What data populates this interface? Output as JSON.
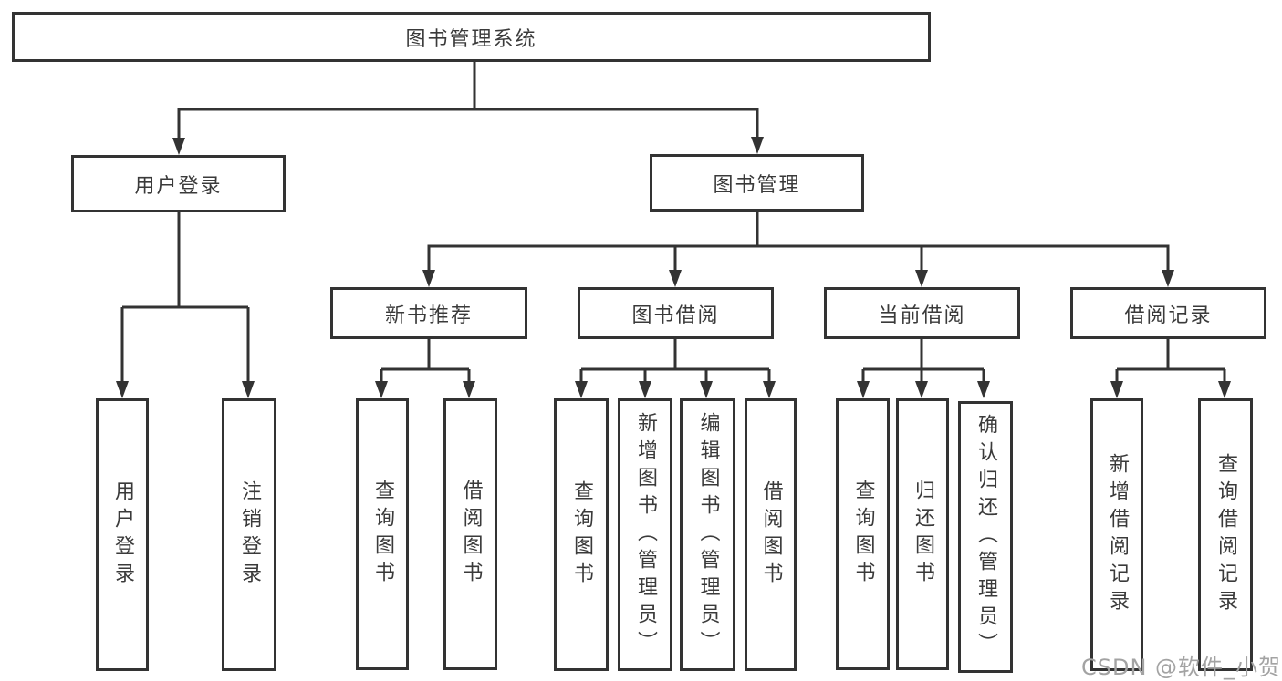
{
  "tree": {
    "root": {
      "label": "图书管理系统"
    },
    "children": [
      {
        "label": "用户登录",
        "children": [
          {
            "label": "用户登录"
          },
          {
            "label": "注销登录"
          }
        ]
      },
      {
        "label": "图书管理",
        "children": [
          {
            "label": "新书推荐",
            "children": [
              {
                "label": "查询图书"
              },
              {
                "label": "借阅图书"
              }
            ]
          },
          {
            "label": "图书借阅",
            "children": [
              {
                "label": "查询图书"
              },
              {
                "label": "新增图书（管理员）"
              },
              {
                "label": "编辑图书（管理员）"
              },
              {
                "label": "借阅图书"
              }
            ]
          },
          {
            "label": "当前借阅",
            "children": [
              {
                "label": "查询图书"
              },
              {
                "label": "归还图书"
              },
              {
                "label": "确认归还（管理员）"
              }
            ]
          },
          {
            "label": "借阅记录",
            "children": [
              {
                "label": "新增借阅记录"
              },
              {
                "label": "查询借阅记录"
              }
            ]
          }
        ]
      }
    ]
  },
  "watermark": {
    "text": "CSDN @软件_小贺同学"
  },
  "colors": {
    "line": "#333333",
    "box_border": "#333333",
    "box_fill": "#ffffff",
    "text": "#3a3a3a",
    "watermark": "#a3a3a3",
    "background": "#ffffff"
  }
}
